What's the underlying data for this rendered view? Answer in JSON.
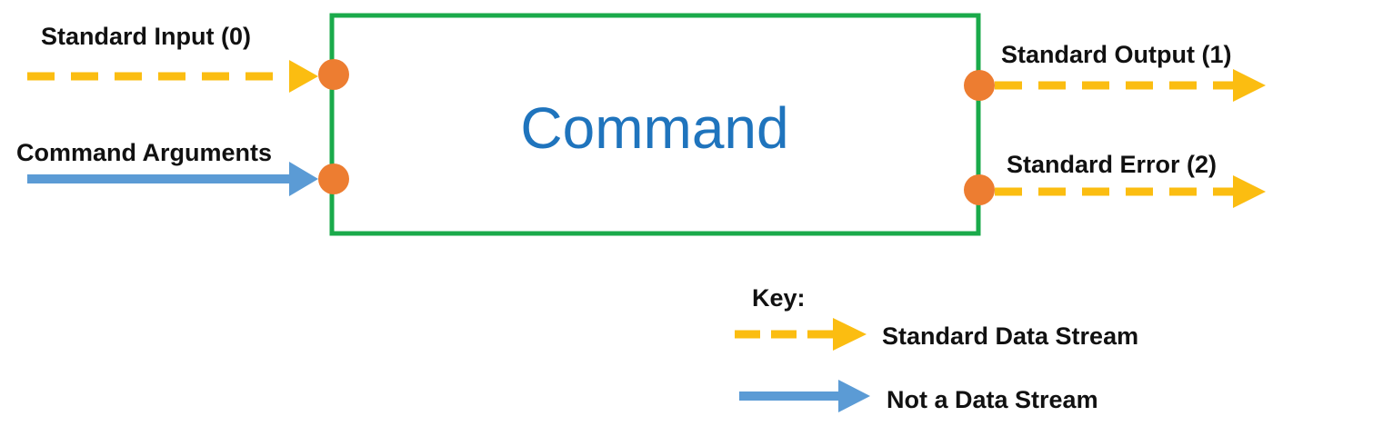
{
  "colors": {
    "box_border": "#1aaa4a",
    "command_text": "#1f74bd",
    "data_stream": "#fbbd11",
    "not_data_stream": "#5b9bd5",
    "port": "#ed7d31"
  },
  "command": {
    "label": "Command"
  },
  "inputs": {
    "stdin": "Standard Input (0)",
    "arguments": "Command Arguments"
  },
  "outputs": {
    "stdout": "Standard Output (1)",
    "stderr": "Standard Error (2)"
  },
  "key": {
    "title": "Key:",
    "data_stream": "Standard Data Stream",
    "not_data_stream": "Not a Data Stream"
  }
}
